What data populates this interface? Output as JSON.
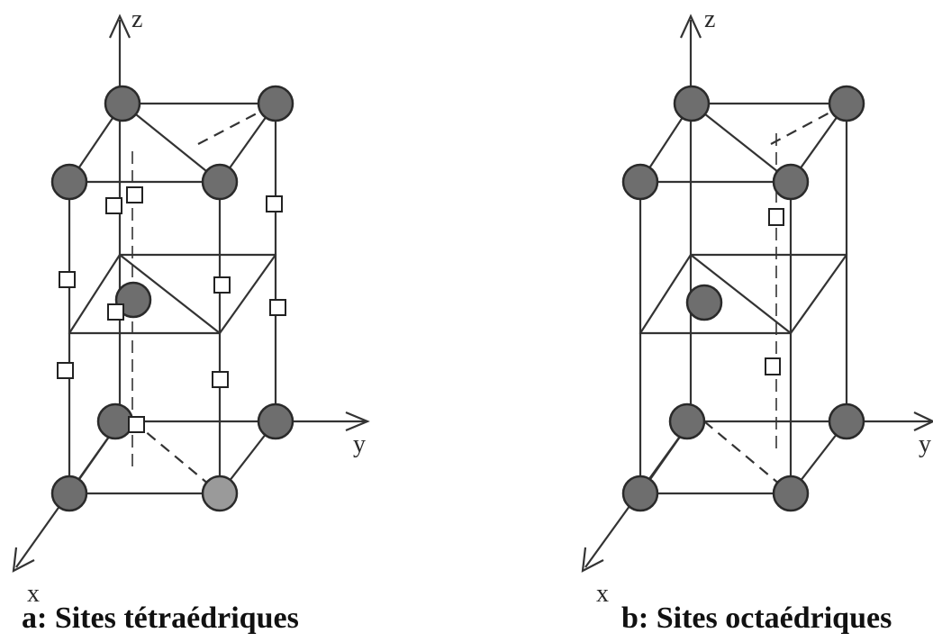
{
  "panels": [
    {
      "id": "a",
      "caption": "a: Sites tétraédriques",
      "axis_labels": {
        "z": "z",
        "y": "y",
        "x": "x"
      }
    },
    {
      "id": "b",
      "caption": "b: Sites octaédriques",
      "axis_labels": {
        "z": "z",
        "y": "y",
        "x": "x"
      }
    }
  ],
  "colors": {
    "atom": "#6e6e6e",
    "site": "#ffffff",
    "line": "#333333"
  }
}
